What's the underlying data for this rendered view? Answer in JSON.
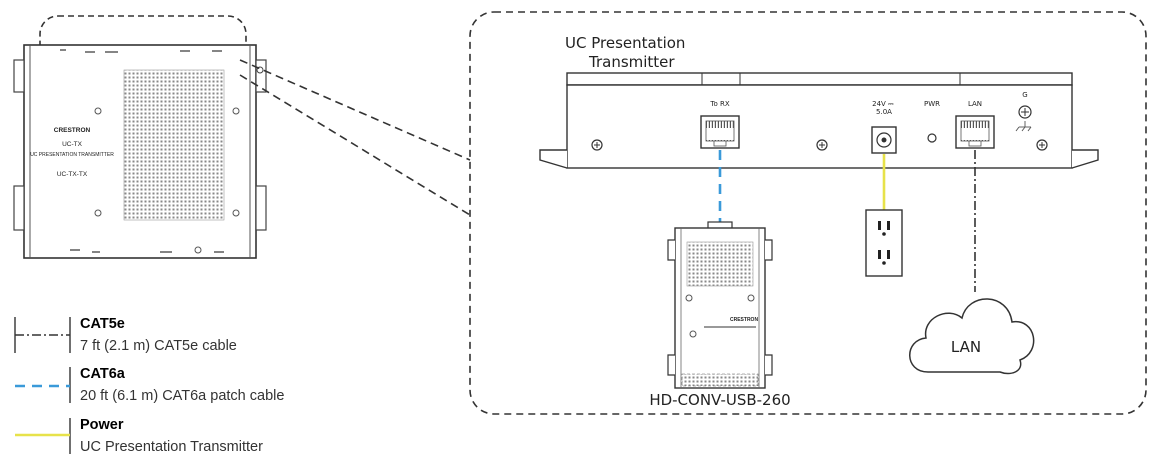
{
  "diagram": {
    "transmitter_label": [
      "UC Presentation",
      "Transmitter"
    ],
    "converter_label": "HD-CONV-USB-260",
    "cloud_label": "LAN",
    "ports": {
      "to_rx": "To RX",
      "power_rating": [
        "24V ⎓",
        "5.0A"
      ],
      "pwr": "PWR",
      "lan": "LAN",
      "ground": "G"
    },
    "device_top_labels": {
      "brand": "CRESTRON",
      "model_line1": "UC-TX",
      "model_line2": "UC PRESENTATION TRANSMITTER",
      "model_code": "UC-TX-TX"
    },
    "converter_brand": "CRESTRON"
  },
  "legend": [
    {
      "name": "CAT5e",
      "description": "7 ft (2.1 m) CAT5e cable",
      "color": "#333333",
      "style": "dash-dot"
    },
    {
      "name": "CAT6a",
      "description": "20 ft (6.1 m) CAT6a patch cable",
      "color": "#3a9ad9",
      "style": "dashed"
    },
    {
      "name": "Power",
      "description": "UC Presentation Transmitter",
      "color": "#e7e24a",
      "style": "solid"
    }
  ]
}
